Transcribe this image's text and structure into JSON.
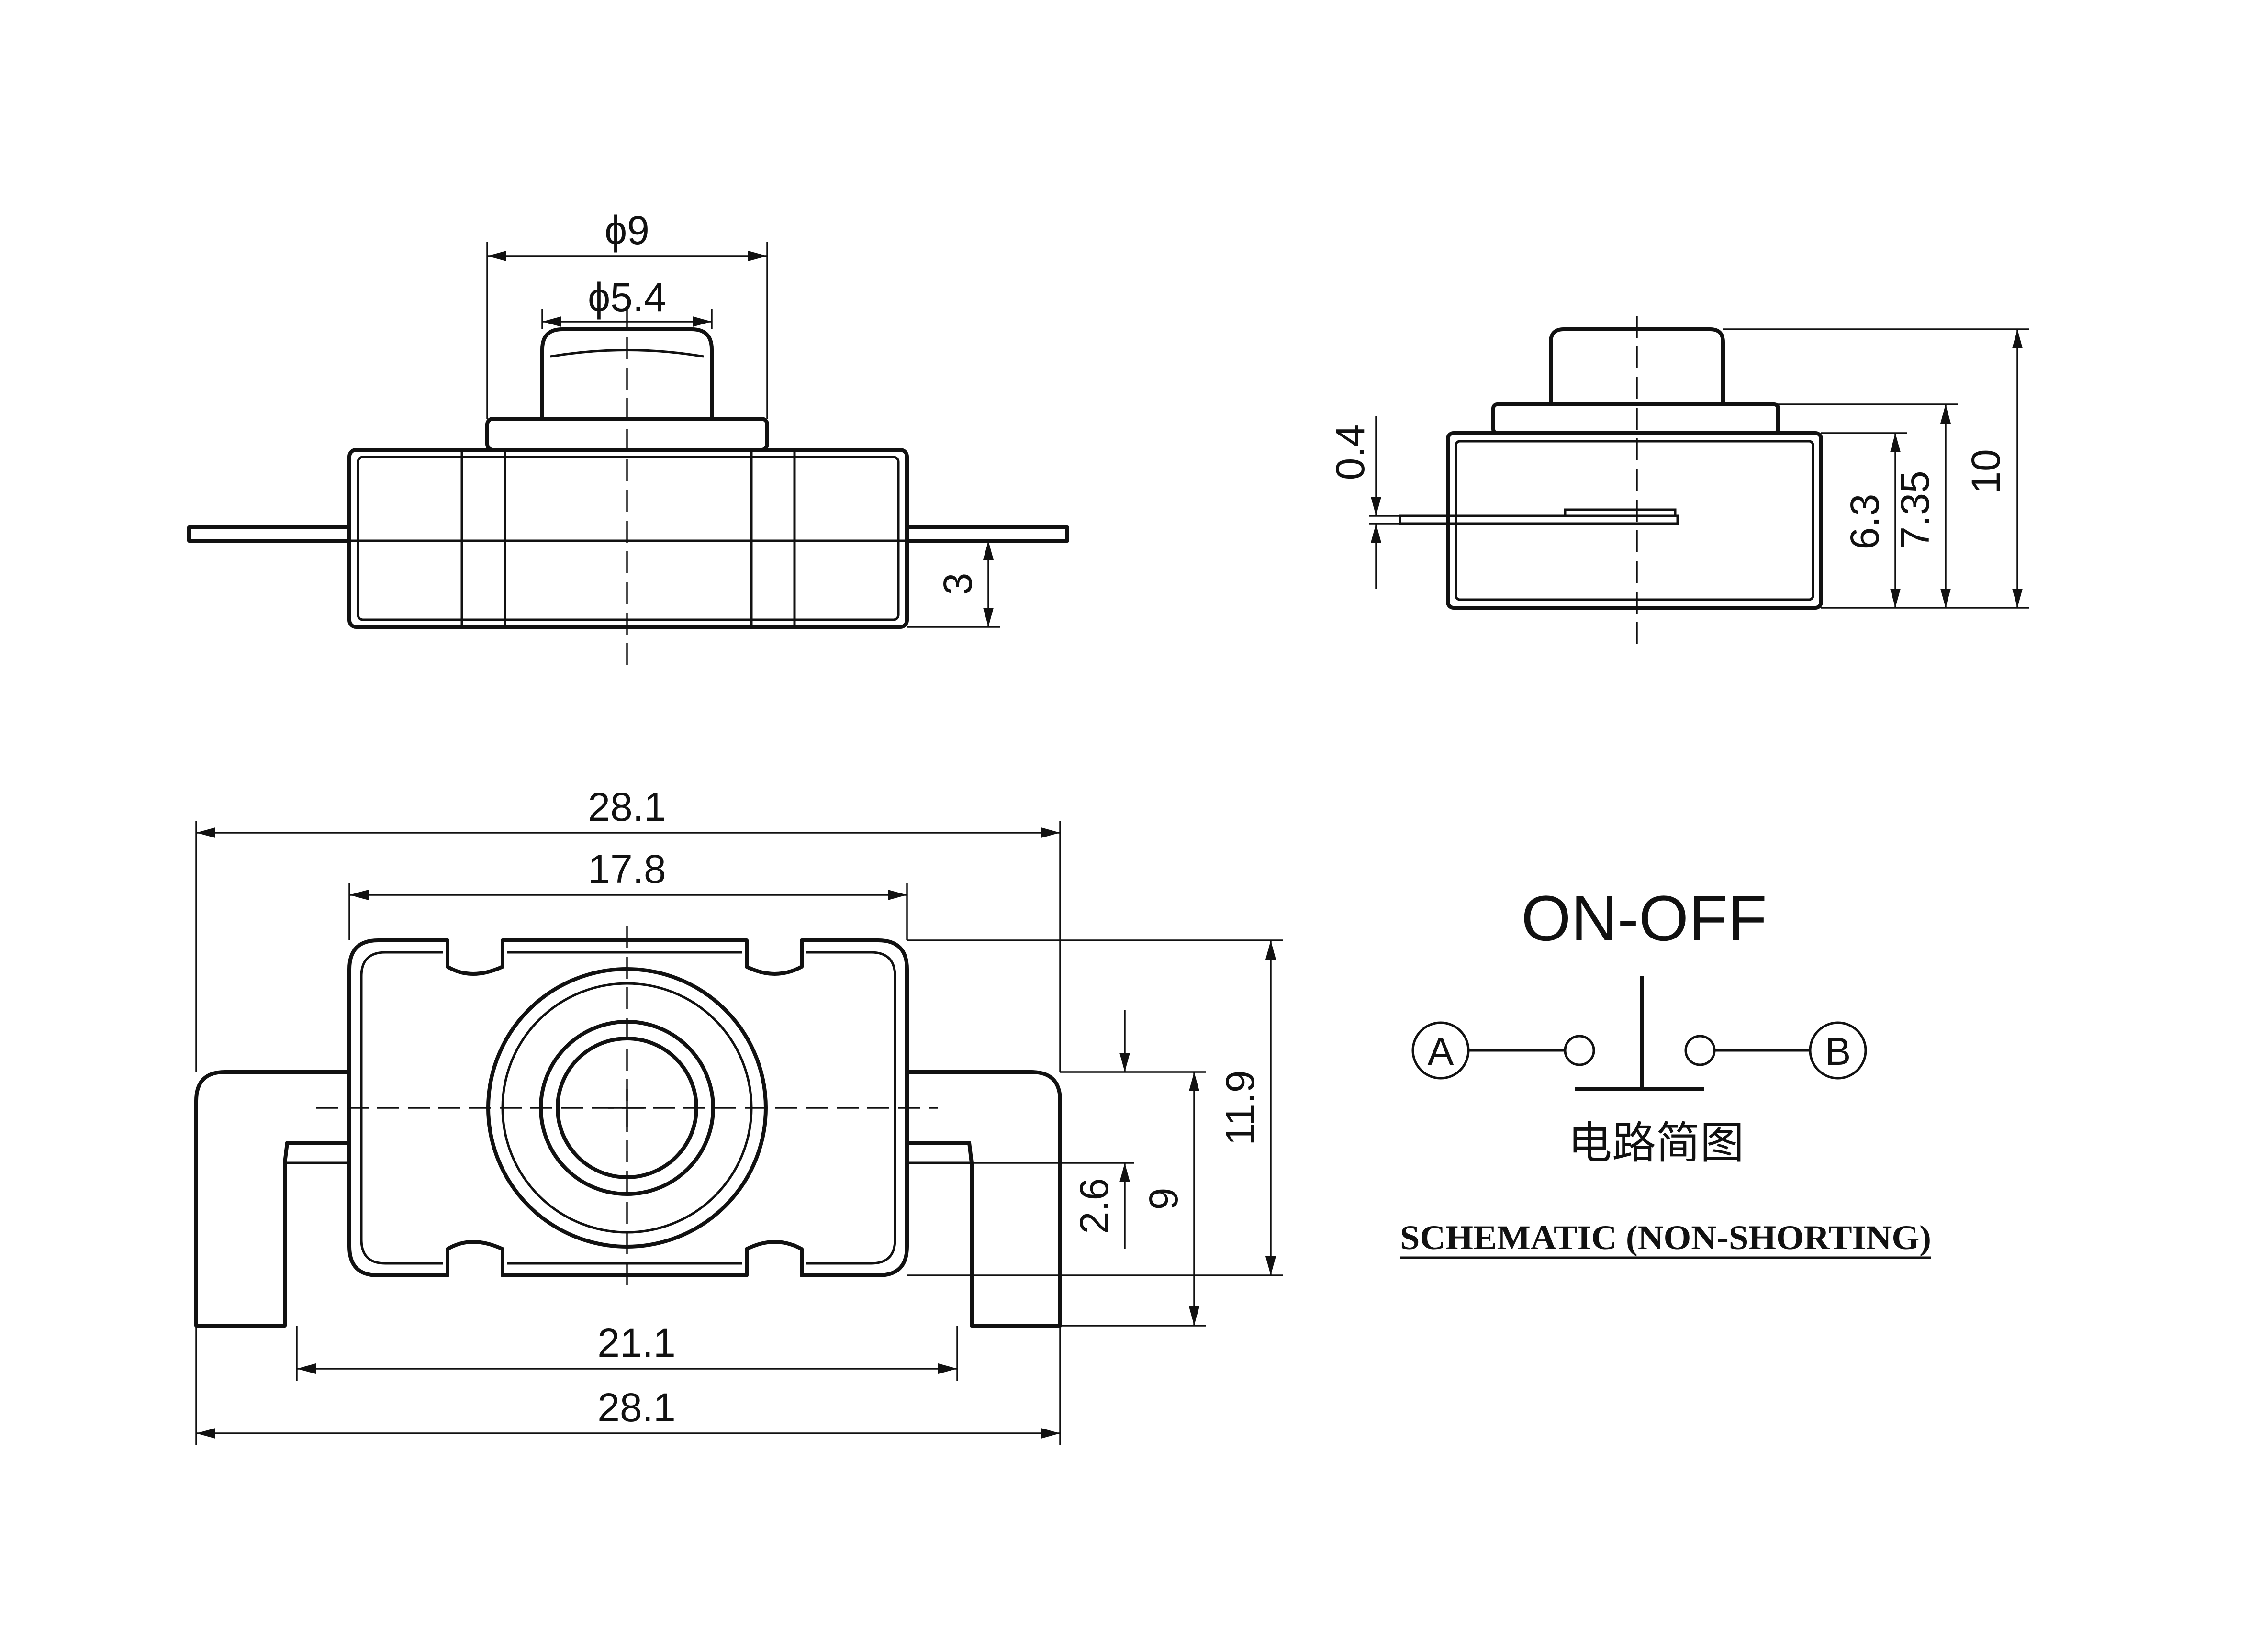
{
  "dimensions": {
    "top_view": {
      "outer_diameter": "ϕ9",
      "inner_diameter": "ϕ5.4",
      "terminal_height": "3"
    },
    "side_view": {
      "terminal_thickness": "0.4",
      "body_height": "6.3",
      "height_with_flange": "7.35",
      "total_height": "10"
    },
    "bottom_view": {
      "overall_width_top": "28.1",
      "body_width": "17.8",
      "terminal_span": "21.1",
      "overall_width_bottom": "28.1",
      "terminal_offset": "2.6",
      "terminal_width": "9",
      "body_depth": "11.9"
    }
  },
  "schematic": {
    "title": "ON-OFF",
    "terminal_a": "A",
    "terminal_b": "B",
    "chinese_caption": "电路简图",
    "caption": "SCHEMATIC (NON-SHORTING)"
  }
}
